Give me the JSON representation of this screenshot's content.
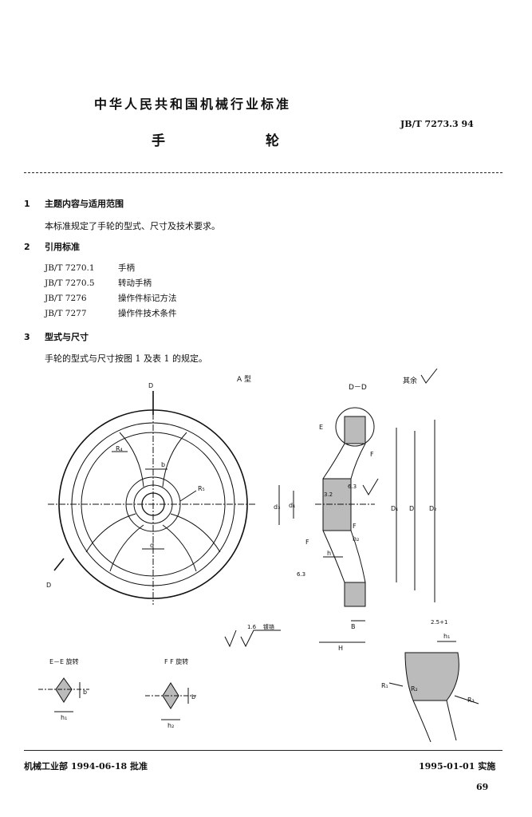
{
  "header": {
    "org": "中华人民共和国机械行业标准",
    "code": "JB/T 7273.3  94",
    "title": [
      "手",
      "轮"
    ]
  },
  "sections": [
    {
      "num": "1",
      "heading": "主题内容与适用范围",
      "text": "本标准规定了手轮的型式、尺寸及技术要求。"
    },
    {
      "num": "2",
      "heading": "引用标准",
      "refs": [
        {
          "code": "JB/T 7270.1",
          "name": "手柄"
        },
        {
          "code": "JB/T 7270.5",
          "name": "转动手柄"
        },
        {
          "code": "JB/T 7276",
          "name": "操作件标记方法"
        },
        {
          "code": "JB/T 7277",
          "name": "操作件技术条件"
        }
      ]
    },
    {
      "num": "3",
      "heading": "型式与尺寸",
      "text": "手轮的型式与尺寸按图 1 及表 1 的规定。"
    }
  ],
  "figure": {
    "type_label": "A 型",
    "section_label": "D－D",
    "other_label": "其余",
    "d_top": "D",
    "d_bottom": "D",
    "R4": "R₄",
    "R5": "R₅",
    "b": "b",
    "d": "d",
    "E": "E",
    "F": "F",
    "F2": "F",
    "F3": "F",
    "d3": "d₃",
    "d1": "d₁",
    "D1": "D₁",
    "D": "D",
    "D2": "D₂",
    "h2": "h₂",
    "h": "h",
    "H": "H",
    "B": "B",
    "rough_a": "3.2",
    "rough_b": "6.3",
    "rough_c": "6.3",
    "rough_legend": "1.6",
    "rough_legend_note": "镀铬",
    "ee_label": "E－E 旋转",
    "ff_label": "F  F 旋转",
    "ee_h1": "h₁",
    "ee_b": "b",
    "ff_h2": "h₂",
    "ff_b": "b",
    "detail_dim": "2.5+1",
    "detail_h1": "h₁",
    "detail_R1": "R₁",
    "detail_R2": "R₂",
    "detail_R3": "R₃"
  },
  "footer": {
    "left": "机械工业部 1994-06-18 批准",
    "right": "1995-01-01 实施",
    "page": "69"
  }
}
